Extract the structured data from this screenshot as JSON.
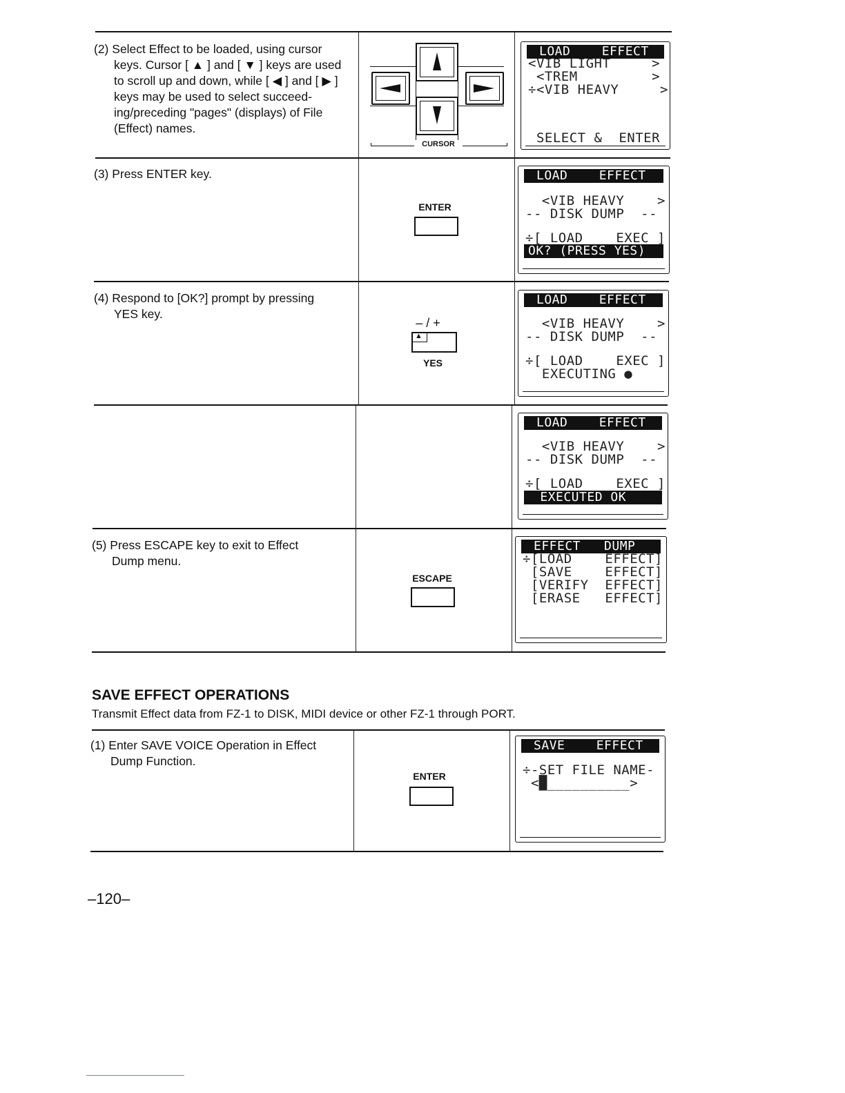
{
  "rows": [
    {
      "step": "(2)",
      "lines": [
        "Select Effect to be loaded, using cursor",
        "keys. Cursor [ ▲ ] and [ ▼ ] keys are used",
        "to scroll up and down, while [ ◀ ] and [ ▶ ]",
        "keys may be used to select succeed-",
        "ing/preceding \"pages\" (displays) of File",
        "(Effect) names."
      ],
      "key_label": "CURSOR",
      "lcd": {
        "bar": "LOAD    EFFECT",
        "lines": [
          "<VIB LIGHT     >",
          " <TREM         >",
          "÷<VIB HEAVY     >",
          "",
          "",
          " SELECT &  ENTER"
        ]
      }
    },
    {
      "step": "(3)",
      "lines": [
        "Press ENTER key."
      ],
      "key_label": "ENTER",
      "lcd": {
        "bar": "LOAD    EFFECT",
        "lines": [
          "",
          "  <VIB HEAVY    >",
          "-- DISK DUMP  --",
          "",
          "÷[ LOAD    EXEC ]"
        ],
        "bottom_bar": "OK? (PRESS YES)"
      }
    },
    {
      "step": "(4)",
      "lines": [
        "Respond to [OK?] prompt by pressing",
        "YES key."
      ],
      "key_top": "– / +",
      "key_label": "YES",
      "key_glyph": "▲",
      "lcd": {
        "bar": "LOAD    EFFECT",
        "lines": [
          "",
          "  <VIB HEAVY    >",
          "-- DISK DUMP  --",
          "",
          "÷[ LOAD    EXEC ]",
          "  EXECUTING ●"
        ]
      }
    },
    {
      "step": "",
      "lines": [],
      "lcd": {
        "bar": "LOAD    EFFECT",
        "lines": [
          "",
          "  <VIB HEAVY    >",
          "-- DISK DUMP  --",
          "",
          "÷[ LOAD    EXEC ]"
        ],
        "bottom_bar": " EXECUTED OK"
      }
    },
    {
      "step": "(5)",
      "lines": [
        "Press ESCAPE key to exit to Effect",
        "Dump menu."
      ],
      "key_label": "ESCAPE",
      "lcd": {
        "bar": "EFFECT   DUMP",
        "lines": [
          "÷[LOAD    EFFECT]",
          " [SAVE    EFFECT]",
          " [VERIFY  EFFECT]",
          " [ERASE   EFFECT]"
        ]
      }
    }
  ],
  "section": {
    "title": "SAVE EFFECT OPERATIONS",
    "subtitle": "Transmit Effect data from FZ-1 to DISK, MIDI device or other FZ-1 through PORT."
  },
  "save_row": {
    "step": "(1)",
    "lines": [
      "Enter SAVE VOICE Operation in Effect",
      "Dump Function."
    ],
    "key_label": "ENTER",
    "lcd": {
      "bar": "SAVE    EFFECT",
      "lines": [
        "",
        "÷-SET FILE NAME-",
        " <█__________>"
      ]
    }
  },
  "page_number": "–120–"
}
